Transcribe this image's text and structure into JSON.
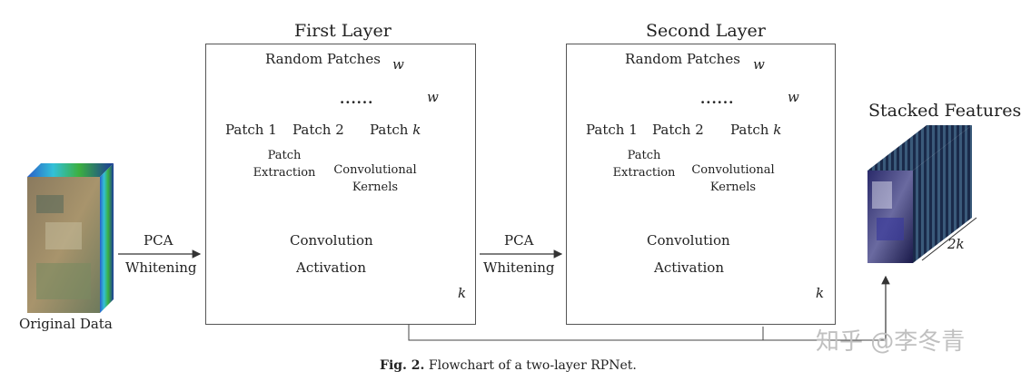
{
  "original_data": {
    "label": "Original Data"
  },
  "pca1": {
    "top": "PCA",
    "bottom": "Whitening"
  },
  "pca2": {
    "top": "PCA",
    "bottom": "Whitening"
  },
  "layer1": {
    "title": "First Layer",
    "random_patches": "Random Patches",
    "w": "w",
    "patches": [
      {
        "label": "Patch 1"
      },
      {
        "label": "Patch 2"
      },
      {
        "label": "Patch",
        "k": "k"
      }
    ],
    "dots": "......",
    "patch_extraction": "Patch Extraction",
    "conv_kernels": "Convolutional Kernels",
    "convolution": "Convolution",
    "activation": "Activation",
    "k": "k"
  },
  "layer2": {
    "title": "Second Layer",
    "random_patches": "Random Patches",
    "w": "w",
    "patches": [
      {
        "label": "Patch 1"
      },
      {
        "label": "Patch 2"
      },
      {
        "label": "Patch",
        "k": "k"
      }
    ],
    "dots": "......",
    "patch_extraction": "Patch Extraction",
    "conv_kernels": "Convolutional Kernels",
    "convolution": "Convolution",
    "activation": "Activation",
    "k": "k"
  },
  "stacked": {
    "title": "Stacked Features",
    "depth": "2k"
  },
  "caption": {
    "fig": "Fig. 2.",
    "text": "Flowchart of a two-layer RPNet."
  },
  "watermark": "知乎 @李冬青"
}
